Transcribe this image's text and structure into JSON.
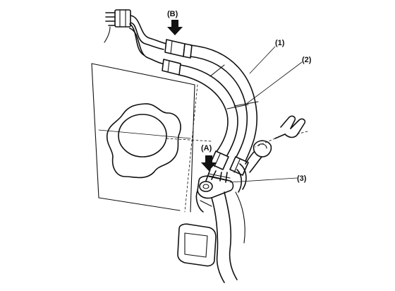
{
  "labels": {
    "callout_b": "(B)",
    "callout_a": "(A)",
    "part_1": "(1)",
    "part_2": "(2)",
    "part_3": "(3)"
  },
  "colors": {
    "ink": "#111111",
    "paper": "#ffffff"
  }
}
